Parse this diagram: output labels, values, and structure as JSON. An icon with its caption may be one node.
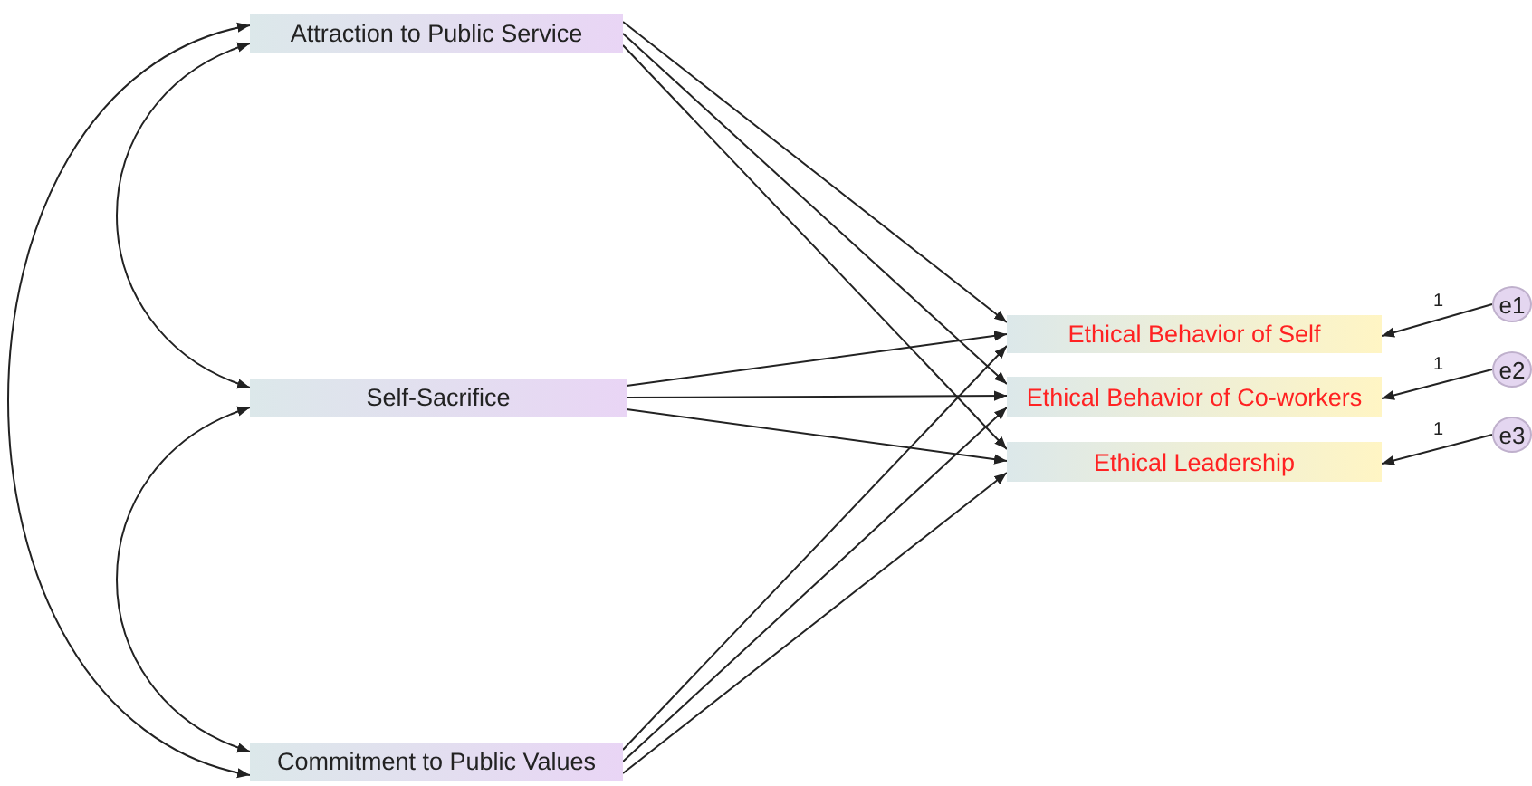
{
  "diagram": {
    "nodes": [
      {
        "text": [
          "Attraction to Public Service"
        ]
      },
      {
        "text": [
          "Self-Sacrifice"
        ]
      },
      {
        "text": [
          "Commitment to Public Values"
        ]
      },
      {
        "text": [
          "Ethical Behavior of Self"
        ]
      },
      {
        "text": [
          "Ethical Behavior of Co-workers"
        ]
      },
      {
        "text": [
          "Ethical Leadership"
        ]
      },
      {
        "text": [
          "e1"
        ]
      },
      {
        "text": [
          "e2"
        ]
      },
      {
        "text": [
          "e3"
        ]
      }
    ],
    "edges": [
      {
        "from": 0,
        "to": 3,
        "arrow": "to"
      },
      {
        "from": 0,
        "to": 4,
        "arrow": "to"
      },
      {
        "from": 0,
        "to": 5,
        "arrow": "to"
      },
      {
        "from": 1,
        "to": 3,
        "arrow": "to"
      },
      {
        "from": 1,
        "to": 4,
        "arrow": "to"
      },
      {
        "from": 1,
        "to": 5,
        "arrow": "to"
      },
      {
        "from": 2,
        "to": 3,
        "arrow": "to"
      },
      {
        "from": 2,
        "to": 4,
        "arrow": "to"
      },
      {
        "from": 2,
        "to": 5,
        "arrow": "to"
      },
      {
        "from": 0,
        "to": 1,
        "arrow": "both"
      },
      {
        "from": 1,
        "to": 2,
        "arrow": "both"
      },
      {
        "from": 0,
        "to": 2,
        "arrow": "both"
      },
      {
        "from": 6,
        "to": 3,
        "arrow": "to",
        "label": "1"
      },
      {
        "from": 7,
        "to": 4,
        "arrow": "to",
        "label": "1"
      },
      {
        "from": 8,
        "to": 5,
        "arrow": "to",
        "label": "1"
      }
    ]
  }
}
